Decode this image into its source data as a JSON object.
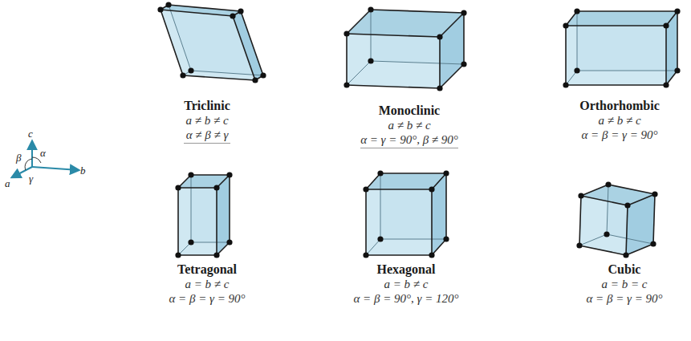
{
  "diagram": {
    "nodes": [
      {
        "text": [
          "Triclinic",
          "a ≠ b ≠ c",
          "α ≠ β ≠ γ"
        ]
      },
      {
        "text": [
          "Monoclinic",
          "a ≠ b ≠ c",
          "α = γ = 90°, β ≠ 90°"
        ]
      },
      {
        "text": [
          "Orthorhombic",
          "a ≠ b ≠ c",
          "α = β = γ = 90°"
        ]
      },
      {
        "text": [
          "Tetragonal",
          "a = b ≠ c",
          "α = β = γ = 90°"
        ]
      },
      {
        "text": [
          "Hexagonal",
          "a = b ≠ c",
          "α = β = 90°, γ = 120°"
        ]
      },
      {
        "text": [
          "Cubic",
          "a = b = c",
          "α = β = γ = 90°"
        ]
      }
    ],
    "labels": [
      "c",
      "β",
      "α",
      "b",
      "a",
      "γ"
    ]
  }
}
